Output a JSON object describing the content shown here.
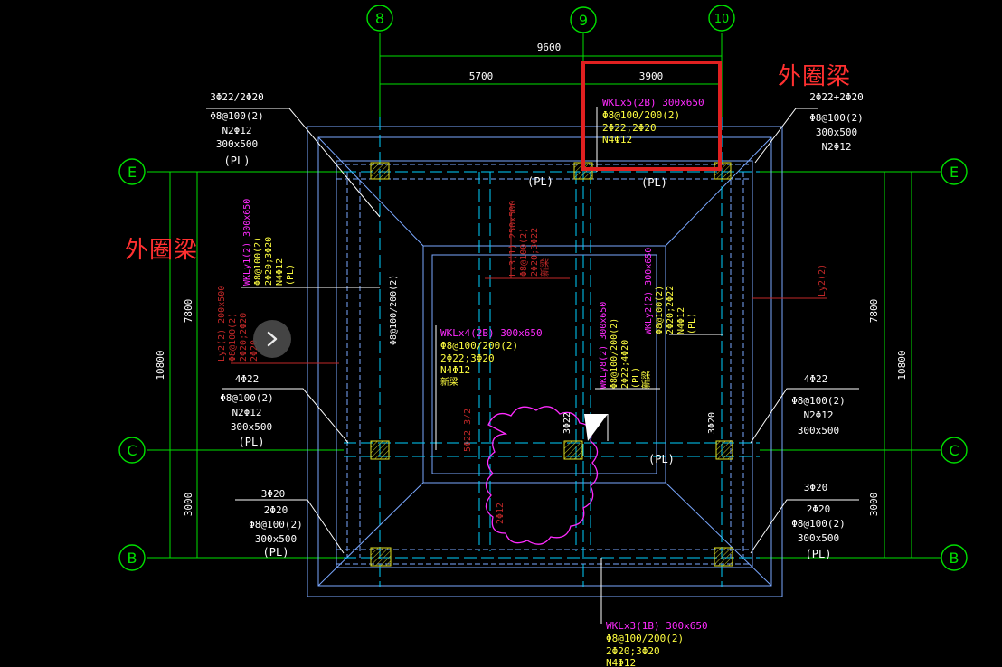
{
  "annotations": {
    "top": "外圈梁",
    "left": "外圈梁"
  },
  "grid": {
    "n8": "8",
    "n9": "9",
    "n10": "10",
    "E": "E",
    "C": "C",
    "B": "B"
  },
  "dims": {
    "total": "9600",
    "a": "5700",
    "b": "3900",
    "h_total": "10800",
    "h_upper": "7800",
    "h_lower": "3000"
  },
  "beams": {
    "wkl5": [
      "WKLx5(2B) 300x650",
      "Φ8@100/200(2)",
      "2Φ22;2Φ20",
      "N4Φ12"
    ],
    "wkl4": [
      "WKLx4(2B) 300x650",
      "Φ8@100/200(2)",
      "2Φ22;3Φ20",
      "N4Φ12",
      "新梁"
    ],
    "wkl3": [
      "WKLx3(1B) 300x650",
      "Φ8@100/200(2)",
      "2Φ20;3Φ20",
      "N4Φ12"
    ],
    "wkly1": [
      "WKLy1(2) 300x650",
      "Φ8@100(2)",
      "2Φ20;3Φ20",
      "N4Φ12",
      "(PL)"
    ],
    "wkly2": [
      "WKLy2(2) 300x650",
      "Φ8@100(2)",
      "2Φ20;2Φ22",
      "N4Φ12",
      "(PL)"
    ],
    "wkly8": [
      "WKLy8(2) 300x650",
      "Φ8@100/200(2)",
      "2Φ22;4Φ20",
      "(PL)",
      "新梁"
    ],
    "lx3": [
      "Lx3(1) 250x500",
      "Φ8@100(2)",
      "2Φ20;3Φ22",
      "新梁"
    ],
    "ly2": [
      "Ly2(2) 200x500",
      "Φ8@100(2)",
      "2Φ20;2Φ20",
      "2Φ20"
    ],
    "ul": [
      "3Φ22/2Φ20",
      "Φ8@100(2)",
      "N2Φ12",
      "300x500",
      "(PL)"
    ],
    "ur": [
      "2Φ22+2Φ20",
      "Φ8@100(2)",
      "300x500",
      "N2Φ12"
    ],
    "ml": [
      "4Φ22",
      "Φ8@100(2)",
      "N2Φ12",
      "300x500",
      "(PL)"
    ],
    "mr": [
      "4Φ22",
      "Φ8@100(2)",
      "N2Φ12",
      "300x500"
    ],
    "ll": [
      "3Φ20",
      "2Φ20",
      "Φ8@100(2)",
      "300x500",
      "(PL)"
    ],
    "lr": [
      "3Φ20",
      "2Φ20",
      "Φ8@100(2)",
      "300x500",
      "(PL)"
    ]
  },
  "misc": {
    "pl": "(PL)",
    "stir": "Φ8@100/200(2)",
    "v3": "3Φ22",
    "v4": "3Φ20",
    "ly_r": "Ly2(2)",
    "cloud_a": "5Φ22 3/2",
    "cloud_b": "2Φ12"
  },
  "colors": {
    "grid": "#00e000",
    "dim": "#00e000",
    "beam": "#7aa8ff",
    "axis": "#00d0ff",
    "magenta": "#ff2bff",
    "yellow": "#ffff40",
    "white": "#ffffff",
    "red": "#c02828",
    "highlight": "#e02020"
  }
}
